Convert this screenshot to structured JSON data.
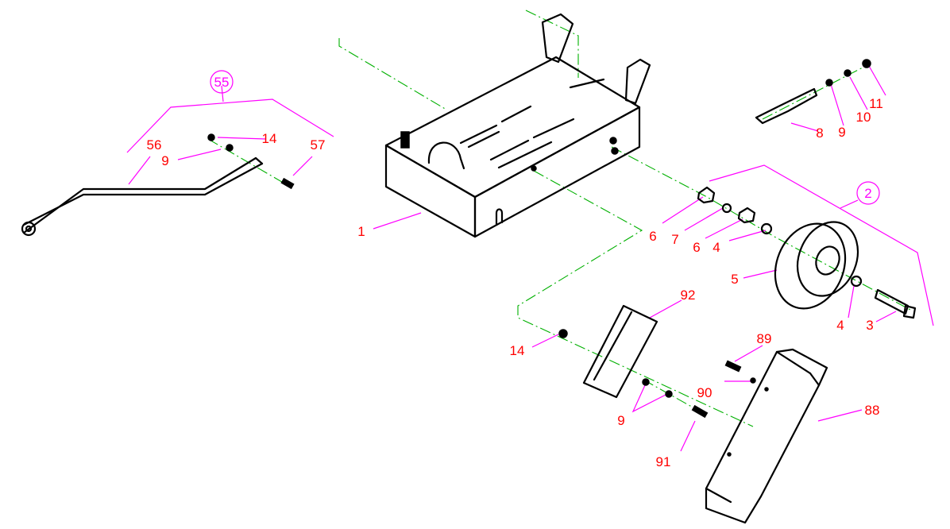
{
  "colors": {
    "callout": "#ff0000",
    "group": "#ff00ff",
    "centerline": "#00b000",
    "part": "#000000",
    "background": "#ffffff"
  },
  "callouts": [
    {
      "id": "c1",
      "text": "1"
    },
    {
      "id": "c2",
      "text": "2"
    },
    {
      "id": "c3",
      "text": "3"
    },
    {
      "id": "c4a",
      "text": "4"
    },
    {
      "id": "c4b",
      "text": "4"
    },
    {
      "id": "c5",
      "text": "5"
    },
    {
      "id": "c6a",
      "text": "6"
    },
    {
      "id": "c6b",
      "text": "6"
    },
    {
      "id": "c7",
      "text": "7"
    },
    {
      "id": "c8",
      "text": "8"
    },
    {
      "id": "c9a",
      "text": "9"
    },
    {
      "id": "c9b",
      "text": "9"
    },
    {
      "id": "c9c",
      "text": "9"
    },
    {
      "id": "c10",
      "text": "10"
    },
    {
      "id": "c11",
      "text": "11"
    },
    {
      "id": "c14a",
      "text": "14"
    },
    {
      "id": "c14b",
      "text": "14"
    },
    {
      "id": "c55",
      "text": "55"
    },
    {
      "id": "c56",
      "text": "56"
    },
    {
      "id": "c57",
      "text": "57"
    },
    {
      "id": "c88",
      "text": "88"
    },
    {
      "id": "c89",
      "text": "89"
    },
    {
      "id": "c90",
      "text": "90"
    },
    {
      "id": "c91",
      "text": "91"
    },
    {
      "id": "c92",
      "text": "92"
    }
  ]
}
